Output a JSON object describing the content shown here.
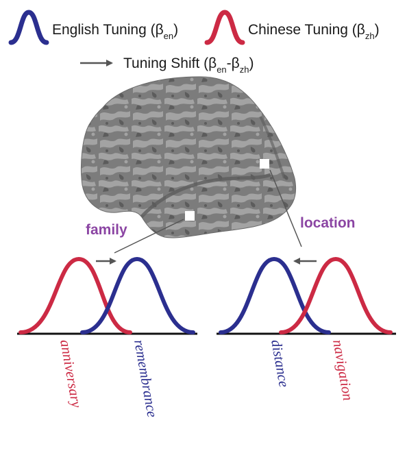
{
  "colors": {
    "english": "#2b2f8f",
    "chinese": "#cc2a44",
    "roi_label": "#8b45a3",
    "brain_base": "#7c7c7c",
    "brain_sulci": "#5c5c5c",
    "brain_gyri": "#a3a3a3",
    "arrow": "#555555",
    "axis": "#111111"
  },
  "legend": {
    "english": {
      "label": "English Tuning (β",
      "sub": "en",
      "close": ")",
      "icon": "bell-curve-icon"
    },
    "chinese": {
      "label": "Chinese Tuning (β",
      "sub": "zh",
      "close": ")",
      "icon": "bell-curve-icon"
    },
    "shift": {
      "label": "Tuning Shift (β",
      "sub1": "en",
      "mid": "-β",
      "sub2": "zh",
      "close": ")",
      "icon": "arrow-right-icon"
    }
  },
  "rois": [
    {
      "label": "family",
      "example_chinese": "anniversary",
      "example_english": "remembrance",
      "shift_direction": "right"
    },
    {
      "label": "location",
      "example_chinese": "navigation",
      "example_english": "distance",
      "shift_direction": "left"
    }
  ]
}
